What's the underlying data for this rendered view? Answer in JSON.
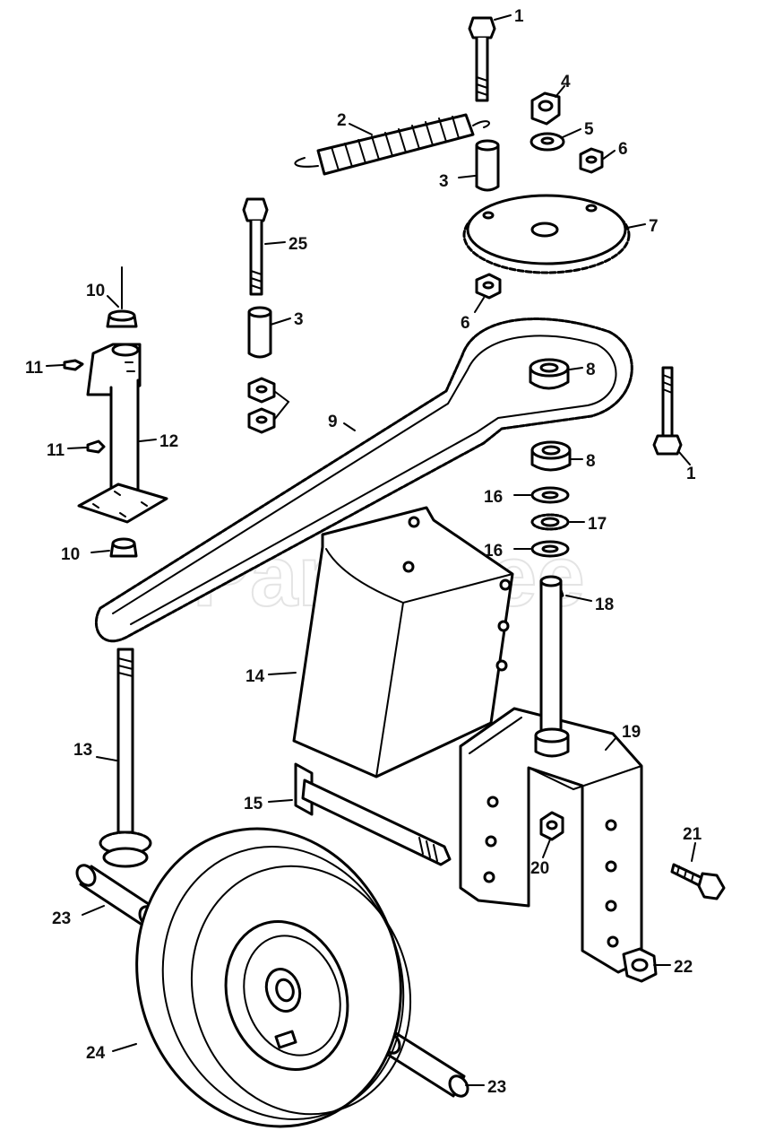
{
  "watermark": "PartsTree",
  "callouts": [
    "1",
    "2",
    "3",
    "4",
    "5",
    "6",
    "7",
    "3",
    "25",
    "10",
    "11",
    "6",
    "9",
    "8",
    "12",
    "11",
    "1",
    "8",
    "16",
    "17",
    "10",
    "16",
    "18",
    "14",
    "19",
    "13",
    "15",
    "21",
    "20",
    "22",
    "23",
    "24",
    "23"
  ]
}
